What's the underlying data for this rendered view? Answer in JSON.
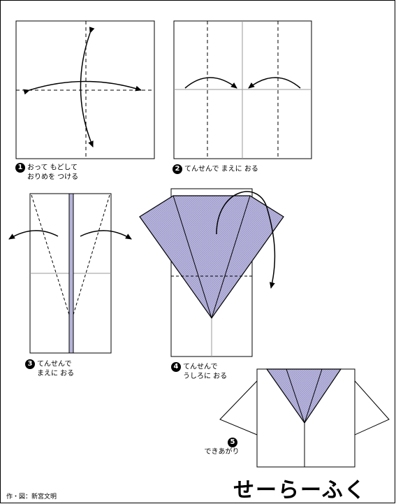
{
  "title": "せーらーふく",
  "credit": "作・図：新宮文明",
  "colors": {
    "paper_fill": "#b6b3d8",
    "line": "#000000",
    "crease": "#999999"
  },
  "steps": [
    {
      "number": "1",
      "line1": "おって もどして",
      "line2": "おりめを つける"
    },
    {
      "number": "2",
      "line1": "てんせんで まえに おる",
      "line2": ""
    },
    {
      "number": "3",
      "line1": "てんせんで",
      "line2": "まえに おる"
    },
    {
      "number": "4",
      "line1": "てんせんで",
      "line2": "うしろに おる"
    },
    {
      "number": "5",
      "line1": "できあがり",
      "line2": ""
    }
  ]
}
